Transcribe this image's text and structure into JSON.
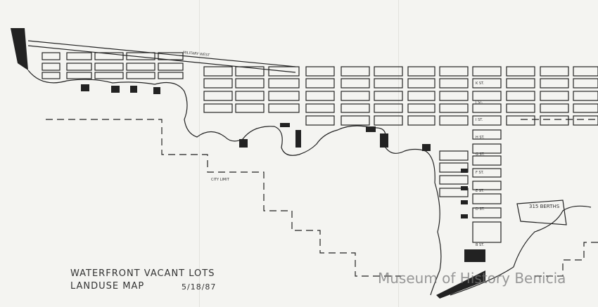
{
  "map": {
    "title_line1": "WATERFRONT VACANT LOTS",
    "title_line2": "LANDUSE MAP",
    "date": "5/18/87",
    "labels": {
      "military_west": "MILITARY WEST",
      "city_limit": "CITY LIMIT",
      "berths": "315 BERTHS"
    },
    "streets": [
      "K ST.",
      "J ST.",
      "I ST.",
      "H ST.",
      "G ST.",
      "F ST.",
      "E ST.",
      "D ST.",
      "B ST."
    ]
  },
  "watermark": "Museum of History Benicia",
  "colors": {
    "paper": "#f4f4f1",
    "ink": "#222222"
  }
}
